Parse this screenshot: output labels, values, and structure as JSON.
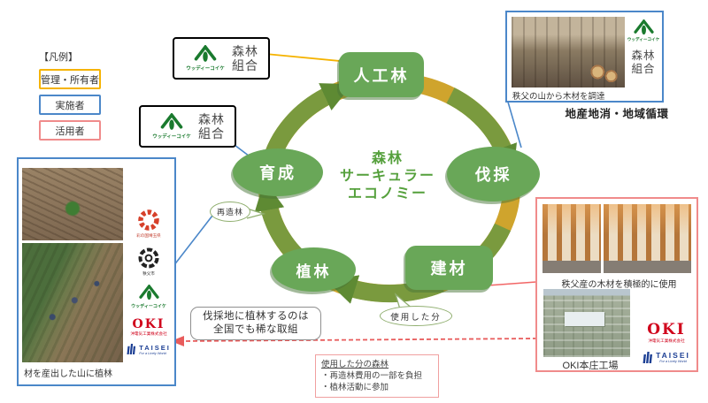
{
  "legend": {
    "title": "【凡例】",
    "items": [
      {
        "label": "管理・所有者",
        "color": "#f5b301"
      },
      {
        "label": "実施者",
        "color": "#4b87c9"
      },
      {
        "label": "活用者",
        "color": "#f08b8b"
      }
    ]
  },
  "cycle": {
    "title": [
      "森林",
      "サーキュラー",
      "エコノミー"
    ],
    "nodes": [
      "人工林",
      "伐採",
      "建材",
      "植林",
      "育成"
    ],
    "bubble_replant": "再造林",
    "bubble_used": "使用した分"
  },
  "coop": {
    "line1": "森林",
    "line2": "組合",
    "brand": "ウッディーコイケ"
  },
  "top_right_box": {
    "photo_caption": "秩父の山から木材を調達",
    "outside_caption": "地産地消・地域循環"
  },
  "right_box": {
    "caption_top": "秩父産の木材を積極的に使用",
    "caption_bottom": "OKI本庄工場"
  },
  "left_box": {
    "caption": "材を産出した山に植林",
    "logo_saitama": "彩の国埼玉県",
    "logo_chichibu": "秩父市",
    "logo_woody": "ウッディーコイケ"
  },
  "oki": {
    "name": "OKI",
    "company": "沖電気工業株式会社"
  },
  "taisei": {
    "name": "TAISEI",
    "tagline": "For a Lively World"
  },
  "notes": {
    "rare_line1": "伐採地に植林するのは",
    "rare_line2": "全国でも稀な取組",
    "used_title": "使用した分の森林",
    "used_item1": "・再造林費用の一部を負担",
    "used_item2": "・植林活動に参加"
  },
  "colors": {
    "manager_border": "#f5b301",
    "operator_border": "#4b87c9",
    "user_border": "#f08b8b",
    "node_green": "#69a758",
    "ring_gold": "#cfa42d",
    "ring_green": "#7a9a3e"
  }
}
